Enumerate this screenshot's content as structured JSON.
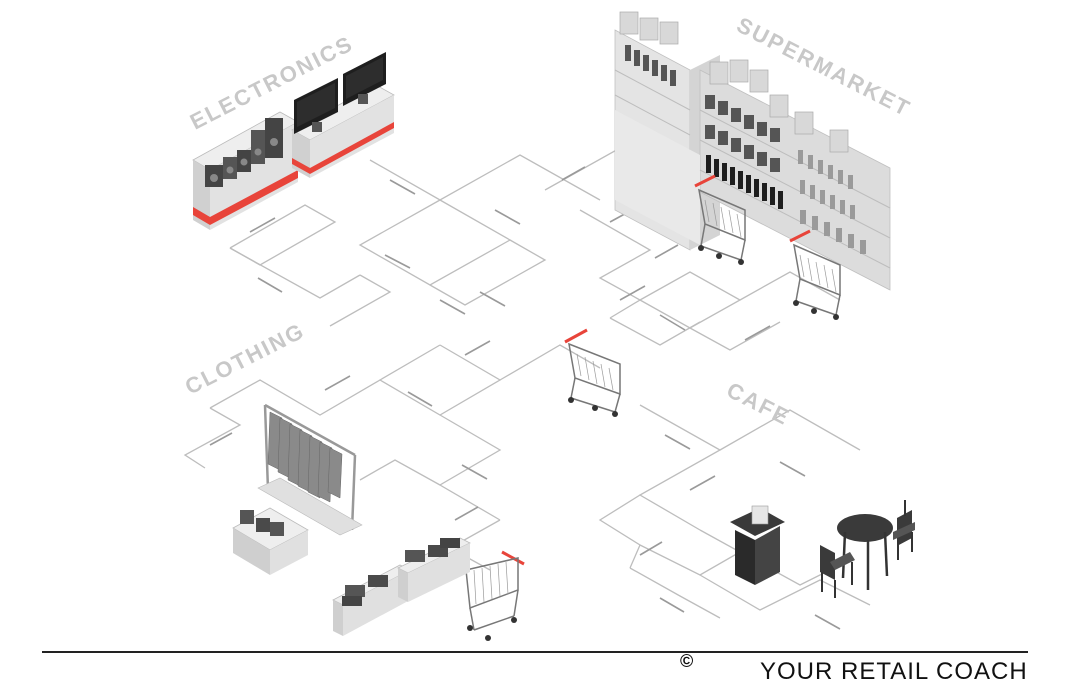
{
  "zones": {
    "electronics": "ELECTRONICS",
    "supermarket": "SUPERMARKET",
    "clothing": "CLOTHING",
    "cafe": "CAFE"
  },
  "footer": {
    "copyright": "©",
    "brand": "YOUR RETAIL COACH"
  },
  "colors": {
    "accent": "#e8443a",
    "label": "#c8c8c8",
    "fixture_light": "#e6e6e6",
    "fixture_mid": "#c9c9c9",
    "fixture_dark": "#4a4a4a",
    "screen": "#1e1e1e",
    "path": "#bdbdbd"
  },
  "icons": [
    "tv-icon",
    "speaker-icon",
    "shopping-cart-icon",
    "bottle-icon",
    "clothing-rack-icon",
    "cafe-table-icon",
    "chair-icon",
    "counter-icon"
  ]
}
